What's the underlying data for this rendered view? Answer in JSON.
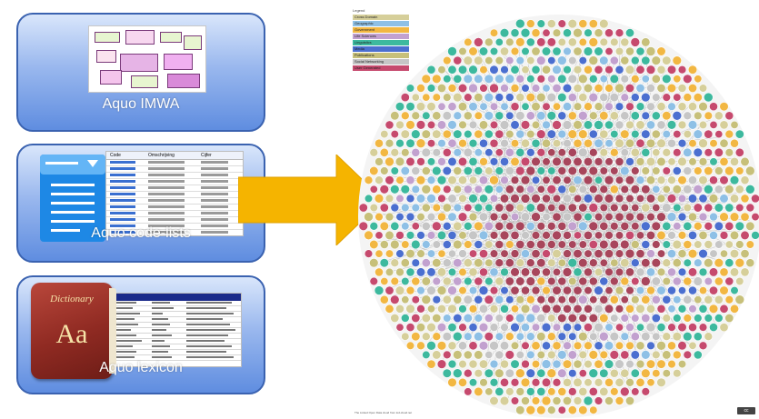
{
  "panels": [
    {
      "label": "Aquo IMWA"
    },
    {
      "label": "Aquo  code-lists"
    },
    {
      "label": "Aquo  lexicon"
    }
  ],
  "code_table": {
    "headers": [
      "Code",
      "Omschrijving",
      "Cijfer"
    ]
  },
  "dictionary_icon": {
    "title": "Dictionary",
    "glyph": "Aa"
  },
  "arrow_color": "#f5b400",
  "graph": {
    "legend_title": "Legend",
    "legend": [
      {
        "label": "Cross Domain",
        "color": "#d6cf9a"
      },
      {
        "label": "Geographic",
        "color": "#8ec0e6"
      },
      {
        "label": "Government",
        "color": "#f2b742"
      },
      {
        "label": "Life Sciences",
        "color": "#c2a1cf"
      },
      {
        "label": "Linguistics",
        "color": "#3db99e"
      },
      {
        "label": "Media",
        "color": "#4b6fd0"
      },
      {
        "label": "Publications",
        "color": "#c7c07a"
      },
      {
        "label": "Social Networking",
        "color": "#c6c6c6"
      },
      {
        "label": "User Generated",
        "color": "#c64a6e"
      }
    ],
    "caption": "The Linked Open Data cloud from lod-cloud.net",
    "license": "cc"
  }
}
